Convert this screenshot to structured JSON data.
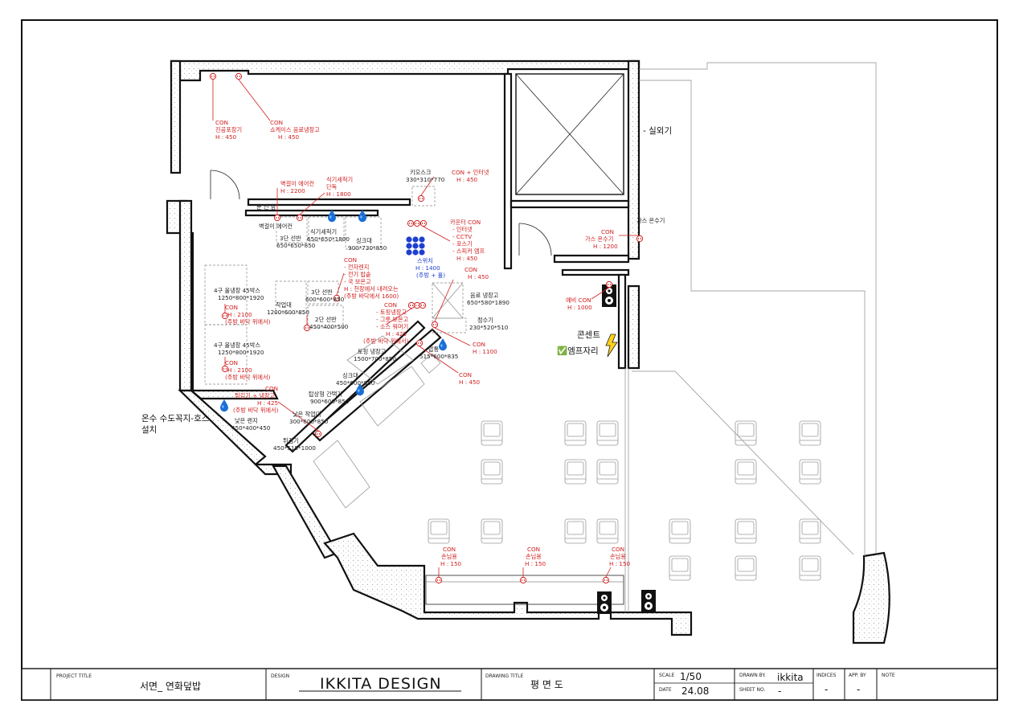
{
  "title_block": {
    "project_title_label": "PROJECT TITLE",
    "project_title": "서면_ 연화덮밥",
    "design_label": "DESIGN",
    "design": "IKKITA DESIGN",
    "drawing_title_label": "DRAWING TITLE",
    "drawing_title": "평 면 도",
    "scale_label": "SCALE",
    "scale": "1/50",
    "date_label": "DATE",
    "date": "24.08",
    "drawn_by_label": "DRAWN BY.",
    "drawn_by": "ikkita",
    "sheet_no_label": "SHEET NO.",
    "sheet_no": "-",
    "indices_label": "INDICES",
    "indices": "-",
    "app_by_label": "APP. BY",
    "app_by": "-",
    "note_label": "NOTE"
  },
  "labels": {
    "outdoor_unit": "- 실외기",
    "gas_heater": "가스 온수기",
    "outlet_label": "콘센트",
    "amp_spot": "✅엠프자리",
    "hose_note_1": "온수 수도꼭지-호스",
    "hose_note_2": "설치",
    "power_panel": "분 전 함",
    "wall_ac": "벽걸이 에어컨",
    "kiosk": "키오스크",
    "kiosk_size": "330*310*770",
    "dishwasher": "식기세척기",
    "dishwasher_size": "650*650*1800",
    "shelf3": "3단 선반",
    "shelf3_size": "650*650*850",
    "sink": "싱크대",
    "sink_size": "900*730*850",
    "fridge45a": "4구 올냉장 45박스",
    "fridge45a_size": "1250*800*1920",
    "workbench": "작업대",
    "workbench_size": "1200*600*850",
    "shelf3b": "3단 선반",
    "shelf3b_size": "600*600*850",
    "shelf2": "2단 선반",
    "shelf2_size": "450*400*500",
    "fridge45b": "4구 올냉장 45박스",
    "fridge45b_size": "1250*800*1920",
    "bev_fridge": "음료 냉장고",
    "bev_fridge_size": "650*580*1890",
    "water_purifier": "정수기",
    "water_purifier_size": "230*520*510",
    "topping_fridge": "토핑 냉장고",
    "topping_fridge_size": "1500*700*850",
    "rice": "밥통",
    "rice_size": "515*600*835",
    "sink2": "싱크대",
    "sink2_size": "450*600*850",
    "topping_shelf": "탑상형 간택기",
    "topping_shelf_size": "900*600*850",
    "low_range": "낮은 렌지",
    "low_range_size": "450*400*450",
    "prep_table": "낮은 작업대",
    "prep_table_size": "300*600*850",
    "fryer": "튀김기",
    "fryer_size": "450*515*1000",
    "switch": "스위치",
    "switch_h": "H : 1400",
    "switch_note": "(주방 + 홀)"
  },
  "con_notes": {
    "vacuum_title": "CON",
    "vacuum_name": "진공포장기",
    "vacuum_h": "H : 450",
    "showcase_title": "CON",
    "showcase_name": "쇼케이스 음료냉장고",
    "showcase_h": "H : 450",
    "wallac_title": "벽걸이 에어컨",
    "wallac_h": "H : 2200",
    "dishwasher_title": "식기세척기",
    "dishwasher_sub": "단독",
    "dishwasher_h": "H : 1800",
    "kiosk_con": "CON + 인터넷",
    "kiosk_con_h": "H : 450",
    "counter_title": "카운터 CON",
    "counter_1": "- 인터넷",
    "counter_2": "- CCTV",
    "counter_3": "- 포스기",
    "counter_4": "- 스피커 엠프",
    "counter_h": "H : 450",
    "gas_title": "CON",
    "gas_name": "가스 온수기",
    "gas_h": "H : 1200",
    "spare_title": "예비 CON",
    "spare_h": "H : 1000",
    "kitchen_title": "CON",
    "kitchen_1": "- 전자렌지",
    "kitchen_2": "- 전기 밥솥",
    "kitchen_3": "- 국 보온고",
    "kitchen_4": "H : 천장에서 내려오는",
    "kitchen_5": "(주방 바닥에서 1600)",
    "fridge_a_title": "CON",
    "fridge_a_h": "H : 2100",
    "fridge_a_note": "(주방 바닥 위에서)",
    "fridge_b_title": "CON",
    "fridge_b_h": "H : 2100",
    "fridge_b_note": "(주방 바닥 위에서)",
    "topping_title": "CON",
    "topping_1": "- 토핑냉장고",
    "topping_2": "- 그릇 보온고",
    "topping_3": "- 소스 워머기",
    "topping_h": "H : 425",
    "topping_note": "(주방 바닥 위에서)",
    "bev_title": "CON",
    "bev_h": "H : 450",
    "purifier_title": "CON",
    "purifier_h": "H : 1100",
    "rice_title": "CON",
    "rice_h": "H : 450",
    "fryer_title": "CON",
    "fryer_1": "튀김기 + 냉장고",
    "fryer_h": "H : 425",
    "fryer_note": "(주방 바닥 위에서)",
    "hand1_title": "CON",
    "hand1_name": "손님용",
    "hand1_h": "H : 150",
    "hand2_title": "CON",
    "hand2_name": "손님용",
    "hand2_h": "H : 150",
    "hand3_title": "CON",
    "hand3_name": "손님용",
    "hand3_h": "H : 150"
  },
  "colors": {
    "annotation_red": "#d21e1e",
    "switch_blue": "#1d3fd0",
    "water_drop": "#1a6fd6"
  }
}
